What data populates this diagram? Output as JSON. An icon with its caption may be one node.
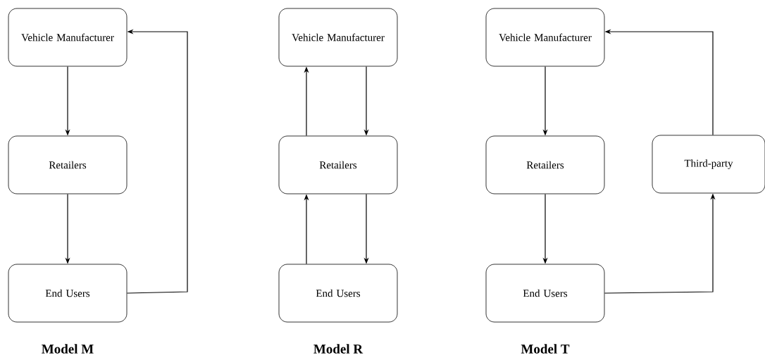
{
  "diagram": {
    "nodes": [
      {
        "text": [
          "Vehicle Manufacturer"
        ]
      },
      {
        "text": [
          "Retailers"
        ]
      },
      {
        "text": [
          "End Users"
        ]
      },
      {
        "text": [
          "Vehicle Manufacturer"
        ]
      },
      {
        "text": [
          "Retailers"
        ]
      },
      {
        "text": [
          "End Users"
        ]
      },
      {
        "text": [
          "Vehicle Manufacturer"
        ]
      },
      {
        "text": [
          "Retailers"
        ]
      },
      {
        "text": [
          "End Users"
        ]
      },
      {
        "text": [
          "Third-party"
        ]
      }
    ],
    "edges": [
      {
        "from": 0,
        "to": 1,
        "arrow": "to"
      },
      {
        "from": 1,
        "to": 2,
        "arrow": "to"
      },
      {
        "from": 2,
        "to": 0,
        "arrow": "to"
      },
      {
        "from": 3,
        "to": 4,
        "arrow": "to"
      },
      {
        "from": 4,
        "to": 3,
        "arrow": "to"
      },
      {
        "from": 4,
        "to": 5,
        "arrow": "to"
      },
      {
        "from": 5,
        "to": 4,
        "arrow": "to"
      },
      {
        "from": 6,
        "to": 7,
        "arrow": "to"
      },
      {
        "from": 7,
        "to": 8,
        "arrow": "to"
      },
      {
        "from": 8,
        "to": 9,
        "arrow": "to"
      },
      {
        "from": 9,
        "to": 6,
        "arrow": "to"
      }
    ],
    "labels": [
      "Model M",
      "Model R",
      "Model T"
    ]
  }
}
